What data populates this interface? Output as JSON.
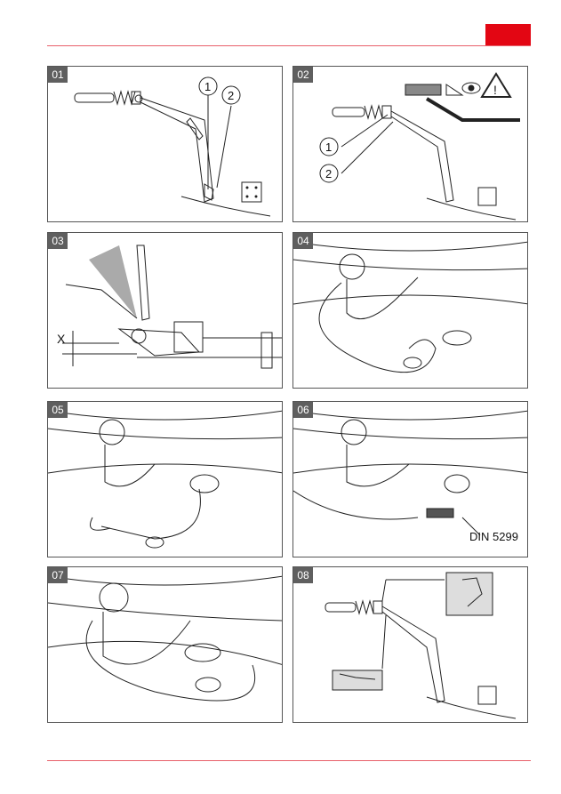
{
  "steps": [
    {
      "number": "01",
      "callouts": [
        "1",
        "2"
      ]
    },
    {
      "number": "02",
      "callouts": [
        "1",
        "2"
      ],
      "icons": [
        "level-icon",
        "angle-icon",
        "eye-icon",
        "warning-icon"
      ]
    },
    {
      "number": "03",
      "dimension_label": "X"
    },
    {
      "number": "04"
    },
    {
      "number": "05"
    },
    {
      "number": "06",
      "standard_label": "DIN 5299"
    },
    {
      "number": "07"
    },
    {
      "number": "08"
    }
  ],
  "colors": {
    "accent": "#e30613",
    "panel_number_bg": "#5f5f5f"
  }
}
